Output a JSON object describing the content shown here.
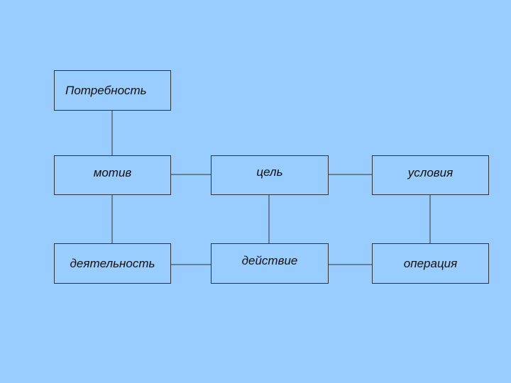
{
  "diagram": {
    "nodes": {
      "need": "Потребность",
      "motive": "мотив",
      "goal": "цель",
      "conditions": "условия",
      "activity": "деятельность",
      "action": "действие",
      "operation": "операция"
    },
    "links": [
      [
        "need",
        "motive"
      ],
      [
        "motive",
        "goal"
      ],
      [
        "goal",
        "conditions"
      ],
      [
        "motive",
        "activity"
      ],
      [
        "goal",
        "action"
      ],
      [
        "conditions",
        "operation"
      ],
      [
        "activity",
        "action"
      ],
      [
        "action",
        "operation"
      ]
    ],
    "colors": {
      "background": "#99ccff",
      "border": "#333333",
      "text": "#111111"
    }
  }
}
